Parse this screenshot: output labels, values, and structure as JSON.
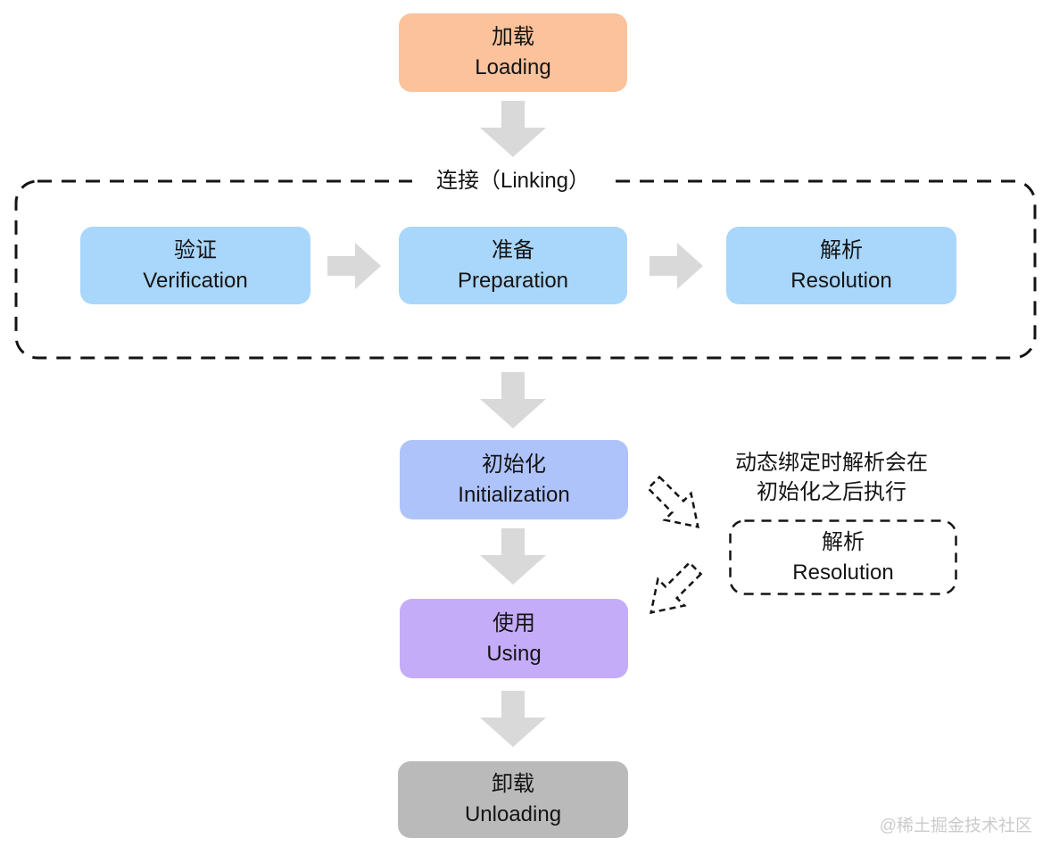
{
  "colors": {
    "loading": "#FBC29B",
    "linking_step": "#A9D6FB",
    "initialization": "#AEC3FA",
    "using": "#C5ACF9",
    "unloading": "#BABABA",
    "arrow": "#D9D9D9",
    "border": "#141414",
    "watermark": "#CBCBCB"
  },
  "nodes": {
    "loading": {
      "zh": "加载",
      "en": "Loading"
    },
    "verification": {
      "zh": "验证",
      "en": "Verification"
    },
    "preparation": {
      "zh": "准备",
      "en": "Preparation"
    },
    "resolution": {
      "zh": "解析",
      "en": "Resolution"
    },
    "initialization": {
      "zh": "初始化",
      "en": "Initialization"
    },
    "using": {
      "zh": "使用",
      "en": "Using"
    },
    "unloading": {
      "zh": "卸载",
      "en": "Unloading"
    },
    "dynamic_resolution": {
      "zh": "解析",
      "en": "Resolution"
    }
  },
  "linking_group": {
    "label": "连接（Linking）"
  },
  "annotation": {
    "line1": "动态绑定时解析会在",
    "line2": "初始化之后执行"
  },
  "watermark": "@稀土掘金技术社区"
}
